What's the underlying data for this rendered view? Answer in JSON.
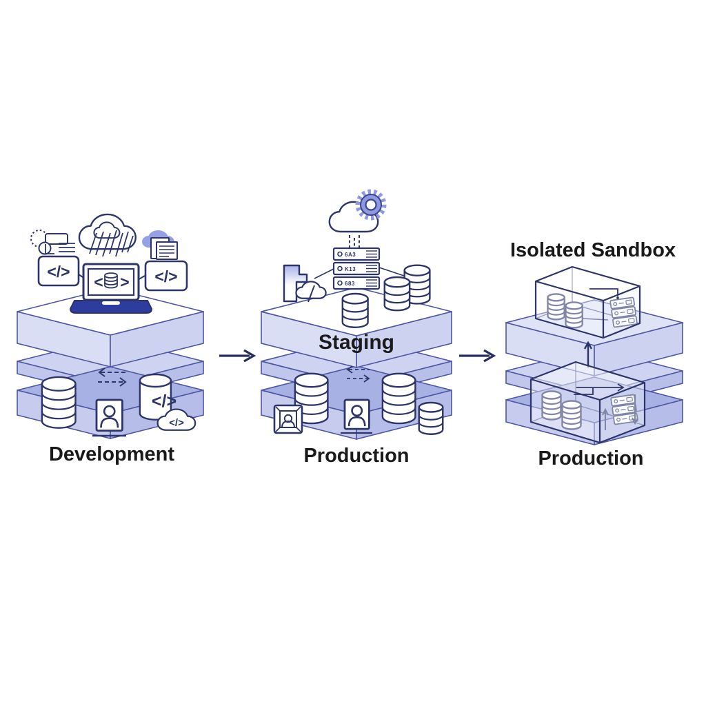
{
  "diagram": {
    "type": "environment-promotion-flow",
    "flow_direction": "left-to-right",
    "stages": [
      {
        "id": "development",
        "label": "Development",
        "platform_layers": 3,
        "icons_top": [
          "process-checklist-icon",
          "rain-cloud-icon",
          "cloud-documents-icon",
          "code-snippet-box-left",
          "laptop-code-database-icon",
          "code-snippet-box-right"
        ],
        "icons_bottom": [
          "database-stack-icon",
          "user-card-icon",
          "database-cylinder-code-icon",
          "code-cloud-icon",
          "sync-dashed-arrows"
        ]
      },
      {
        "id": "staging",
        "platform_label": "Staging",
        "label": "Production",
        "platform_layers": 3,
        "icons_top": [
          "deploy-cloud-gear-icon",
          "deploy-dashed-drops",
          "server-rack-icon",
          "flag-icon",
          "cloud-slash-icon",
          "database-stack-icon",
          "database-stack-icon",
          "database-stack-icon"
        ],
        "icons_bottom": [
          "framed-user-icon",
          "database-stack-icon",
          "user-card-icon",
          "database-stack-icon",
          "sync-dashed-arrows"
        ]
      },
      {
        "id": "sandbox",
        "title": "Isolated Sandbox",
        "label": "Production",
        "platform_layers": 3,
        "elements": [
          "sandbox-wireframe-box",
          "promote-up-arrow",
          "production-wireframe-box"
        ]
      }
    ],
    "connectors": [
      "stage-arrow",
      "stage-arrow"
    ]
  },
  "glyphs": {
    "code": "</>",
    "angle_open": "<",
    "angle_close": ">"
  },
  "server_rack_rows": [
    "6A3",
    "K13",
    "683"
  ],
  "colors": {
    "outline": "#2c3468",
    "slab_stroke": "#4d56a0",
    "layer_top_fill": "#ffffff",
    "layer_top_fill_right": "#dee3f6",
    "layer_top_side_l": "#dadef4",
    "layer_top_side_r": "#ccd2f0",
    "layer_mid_top": "#cdd3f1",
    "layer_mid_side_l": "#c1c7ec",
    "layer_mid_side_r": "#b8bfe9",
    "layer_bottom_top": "#a8b1e3",
    "layer_bottom_side_l": "#c7ccee",
    "layer_bottom_side_r": "#b6bde8",
    "accent_periwinkle": "#8e99de",
    "accent_cloud_blue": "#96a1e5",
    "laptop_base_blue": "#2e3c9e",
    "label_text": "#191919",
    "arrow": "#262d5c"
  }
}
